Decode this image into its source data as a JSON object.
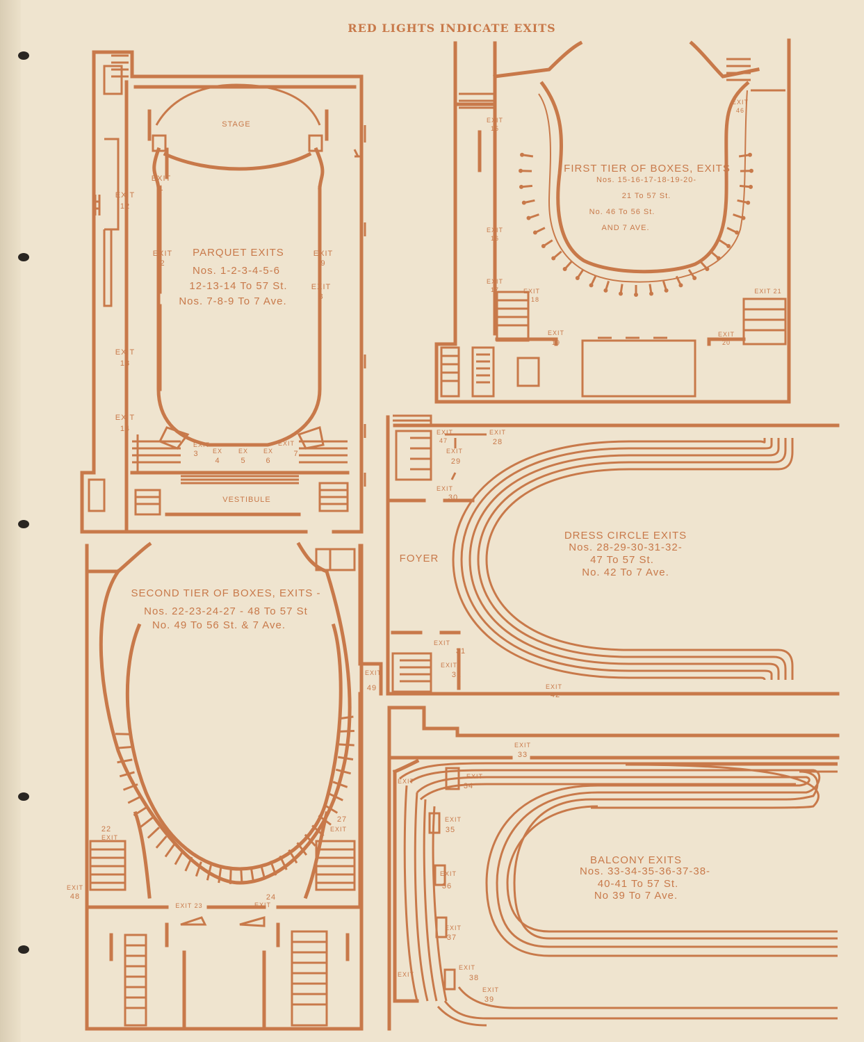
{
  "header": {
    "title": "RED LIGHTS INDICATE EXITS"
  },
  "colors": {
    "ink": "#c8794a",
    "paper": "#efe4cf"
  },
  "parquet": {
    "stage": "STAGE",
    "vestibule": "VESTIBULE",
    "caption": [
      "PARQUET EXITS",
      "Nos. 1-2-3-4-5-6",
      "12-13-14 To 57 St.",
      "Nos. 7-8-9 To 7 Ave."
    ],
    "exits": {
      "e1": [
        "EXIT",
        "1"
      ],
      "e2": [
        "EXIT",
        "2"
      ],
      "e12": [
        "EXIT",
        "12"
      ],
      "e13": [
        "EXIT",
        "13"
      ],
      "e14": [
        "EXIT",
        "14"
      ],
      "e9": [
        "EXIT",
        "9"
      ],
      "e8": [
        "EXIT",
        "8"
      ],
      "e3": [
        "EXIT",
        "3"
      ],
      "e4": [
        "EX",
        "4"
      ],
      "e5": [
        "EX",
        "5"
      ],
      "e6": [
        "EX",
        "6"
      ],
      "e7": [
        "EXIT",
        "7"
      ]
    }
  },
  "first_tier": {
    "caption": [
      "FIRST TIER OF BOXES, EXITS",
      "Nos. 15-16-17-18-19-20-",
      "21 To 57 St.",
      "No. 46 To 56 St.",
      "AND 7 AVE."
    ],
    "exits": {
      "e15": [
        "EXIT",
        "15"
      ],
      "e16": [
        "EXIT",
        "16"
      ],
      "e17": [
        "EXIT",
        "17"
      ],
      "e18": [
        "EXIT",
        "18"
      ],
      "e19": [
        "EXIT",
        "19"
      ],
      "e20": [
        "EXIT",
        "20"
      ],
      "e21": [
        "EXIT 21",
        ""
      ],
      "e46": [
        "EXIT",
        "46"
      ]
    }
  },
  "dress_circle": {
    "foyer": "FOYER",
    "caption": [
      "DRESS CIRCLE EXITS",
      "Nos. 28-29-30-31-32-",
      "47 To 57 St.",
      "No. 42 To 7 Ave."
    ],
    "exits": {
      "e47": [
        "EXIT",
        "47"
      ],
      "e28": [
        "EXIT",
        "28"
      ],
      "e29": [
        "EXIT",
        "29"
      ],
      "e30": [
        "EXIT",
        "30"
      ],
      "e31": [
        "EXIT",
        "31"
      ],
      "e32": [
        "EXIT",
        "32"
      ],
      "e42": [
        "EXIT",
        "42"
      ]
    }
  },
  "second_tier": {
    "caption": [
      "SECOND TIER OF BOXES, EXITS -",
      "Nos. 22-23-24-27 - 48 To 57 St",
      "No. 49 To 56 St. & 7 Ave."
    ],
    "exits": {
      "e49": [
        "EXIT",
        "49"
      ],
      "e22": [
        "22",
        "EXIT"
      ],
      "e27": [
        "27",
        "EXIT"
      ],
      "e48": [
        "EXIT",
        "48"
      ],
      "e23": [
        "EXIT 23",
        ""
      ],
      "e24": [
        "24",
        "EXIT"
      ]
    }
  },
  "balcony": {
    "caption": [
      "BALCONY EXITS",
      "Nos. 33-34-35-36-37-38-",
      "40-41 To 57 St.",
      "No 39 To 7 Ave."
    ],
    "exits": {
      "e33": [
        "EXIT",
        "33"
      ],
      "e34": [
        "EXIT",
        "34"
      ],
      "e35": [
        "EXIT",
        "35"
      ],
      "e36": [
        "EXIT",
        "36"
      ],
      "e37": [
        "EXIT",
        "37"
      ],
      "e38": [
        "EXIT",
        "38"
      ],
      "e39": [
        "EXIT",
        "39"
      ],
      "exit_top": [
        "EXIT",
        ""
      ],
      "exit_bottom": [
        "EXIT",
        ""
      ]
    }
  }
}
